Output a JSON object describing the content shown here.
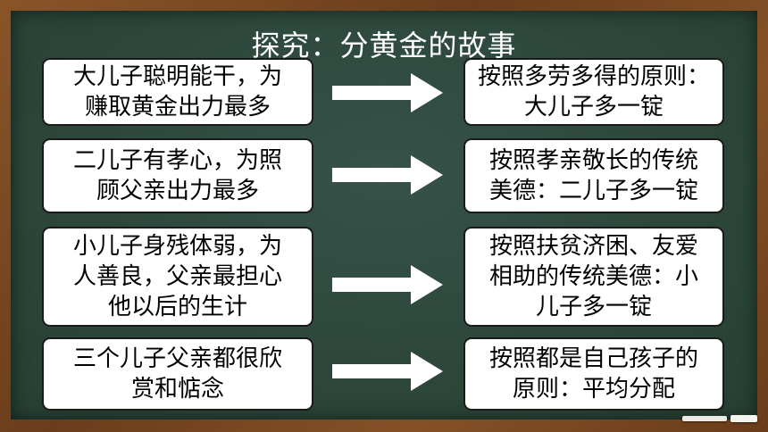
{
  "title": "探究：分黄金的故事",
  "rows": [
    {
      "left": "大儿子聪明能干，为\n赚取黄金出力最多",
      "right": "按照多劳多得的原则：\n大儿子多一锭"
    },
    {
      "left": "二儿子有孝心，为照\n顾父亲出力最多",
      "right": "按照孝亲敬长的传统\n美德：二儿子多一锭"
    },
    {
      "left": "小儿子身残体弱，为\n人善良，父亲最担心\n他以后的生计",
      "right": "按照扶贫济困、友爱\n相助的传统美德：小\n儿子多一锭"
    },
    {
      "left": "三个儿子父亲都很欣\n赏和惦念",
      "right": "按照都是自己孩子的\n原则：平均分配"
    }
  ],
  "colors": {
    "board": "#2f4a3e",
    "frame": "#7a4a22",
    "box": "#ffffff",
    "arrow": "#ffffff"
  }
}
